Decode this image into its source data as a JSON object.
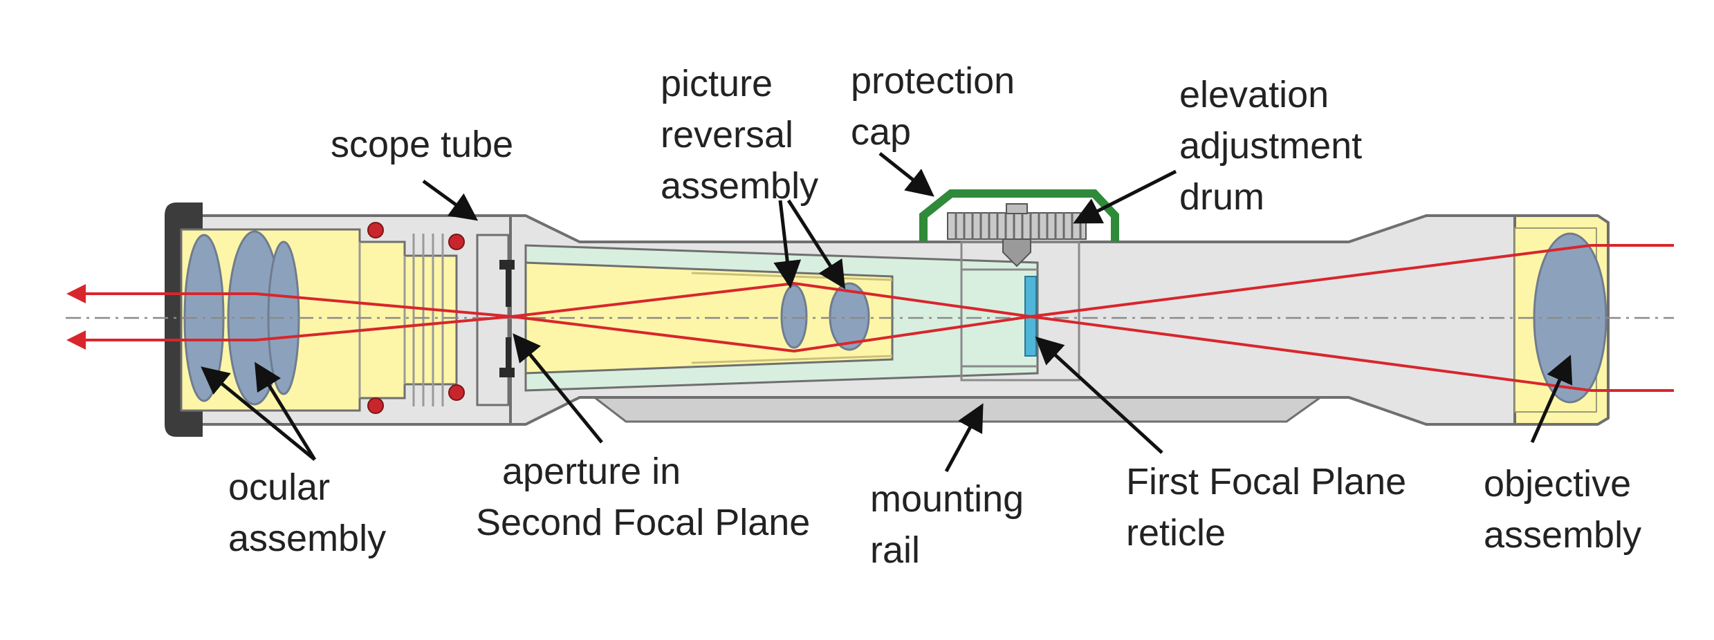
{
  "labels": {
    "scope_tube": [
      "scope tube"
    ],
    "picture_reversal": [
      "picture",
      "reversal",
      "assembly"
    ],
    "protection_cap": [
      "protection",
      "cap"
    ],
    "elevation_drum": [
      "elevation",
      "adjustment",
      "drum"
    ],
    "ocular": [
      "ocular",
      "assembly"
    ],
    "aperture": [
      "aperture in",
      "Second Focal Plane"
    ],
    "mounting_rail": [
      "mounting",
      "rail"
    ],
    "reticle": [
      "First Focal Plane",
      "reticle"
    ],
    "objective": [
      "objective",
      "assembly"
    ]
  },
  "colors": {
    "outline": "#6f6f6f",
    "housing_gray": "#e4e4e4",
    "rail_gray": "#cfcfcf",
    "lens_yellow": "#fdf6a8",
    "inner_green": "#d8efe0",
    "lens_blue": "#8ca2bc",
    "ray_red": "#d8262c",
    "cap_green": "#2f8a3a",
    "reticle_blue": "#4fb6d8",
    "oring_red": "#c8262c",
    "eyecup_dark": "#3c3c3c",
    "arrow_black": "#111111"
  }
}
